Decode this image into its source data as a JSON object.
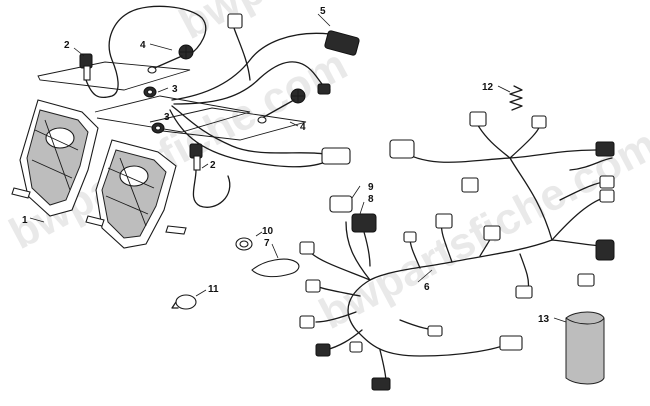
{
  "watermark": "bwpartsfiche.com",
  "callouts": {
    "c1": "1",
    "c2a": "2",
    "c2b": "2",
    "c3a": "3",
    "c3b": "3",
    "c4a": "4",
    "c4b": "4",
    "c5": "5",
    "c6": "6",
    "c7": "7",
    "c8": "8",
    "c9": "9",
    "c10": "10",
    "c11": "11",
    "c12": "12",
    "c13": "13"
  }
}
